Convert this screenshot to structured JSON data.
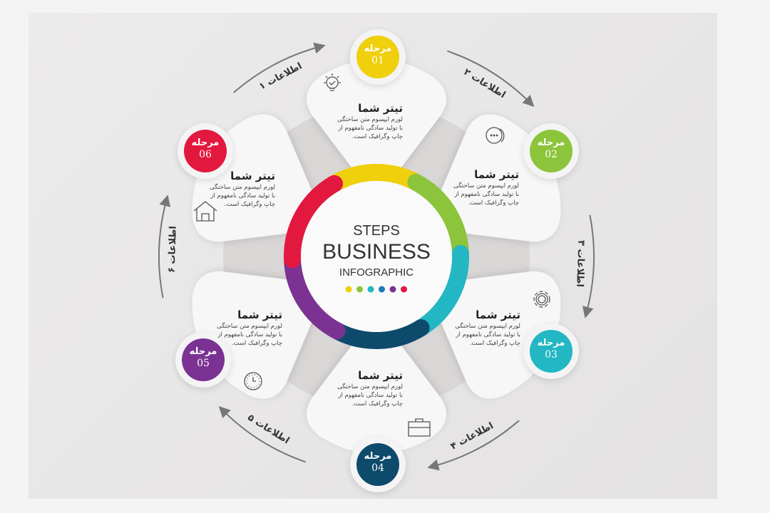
{
  "center": {
    "line1": "STEPS",
    "line2": "BUSINESS",
    "line3": "INFOGRAPHIC"
  },
  "colors": {
    "yellow": "#f0cf0c",
    "green": "#8cc43c",
    "teal": "#22b7c3",
    "navy": "#0e4a6c",
    "purple": "#7b3293",
    "red": "#e3183f"
  },
  "dots": [
    "#f0cf0c",
    "#8cc43c",
    "#22b7c3",
    "#1f7bb8",
    "#7b3293",
    "#e3183f"
  ],
  "stages": [
    {
      "label": "مرحله",
      "number": "01",
      "color": "#f0cf0c",
      "title": "تیتر شما",
      "body": [
        "لورم ایپسوم متن ساختگی",
        "با تولید سادگی نامفهوم از",
        "چاپ وگرافیک است."
      ],
      "icon": "lightbulb-icon"
    },
    {
      "label": "مرحله",
      "number": "02",
      "color": "#8cc43c",
      "title": "تیتر شما",
      "body": [
        "لورم ایپسوم متن ساختگی",
        "با تولید سادگی نامفهوم از",
        "چاپ وگرافیک است."
      ],
      "icon": "chat-bubbles-icon"
    },
    {
      "label": "مرحله",
      "number": "03",
      "color": "#22b7c3",
      "title": "تیتر شما",
      "body": [
        "لورم ایپسوم متن ساختگی",
        "با تولید سادگی نامفهوم از",
        "چاپ وگرافیک است."
      ],
      "icon": "gear-icon"
    },
    {
      "label": "مرحله",
      "number": "04",
      "color": "#0e4a6c",
      "title": "تیتر شما",
      "body": [
        "لورم ایپسوم متن ساختگی",
        "با تولید سادگی نامفهوم از",
        "چاپ وگرافیک است."
      ],
      "icon": "briefcase-icon"
    },
    {
      "label": "مرحله",
      "number": "05",
      "color": "#7b3293",
      "title": "تیتر شما",
      "body": [
        "لورم ایپسوم متن ساختگی",
        "با تولید سادگی نامفهوم از",
        "چاپ وگرافیک است."
      ],
      "icon": "clock-icon"
    },
    {
      "label": "مرحله",
      "number": "06",
      "color": "#e3183f",
      "title": "تیتر شما",
      "body": [
        "لورم ایپسوم متن ساختگی",
        "با تولید سادگی نامفهوم از",
        "چاپ وگرافیک است."
      ],
      "icon": "house-icon"
    }
  ],
  "arrows": [
    "اطلاعات ۱",
    "اطلاعات ۲",
    "اطلاعات ۳",
    "اطلاعات ۴",
    "اطلاعات ۵",
    "اطلاعات ۶"
  ]
}
